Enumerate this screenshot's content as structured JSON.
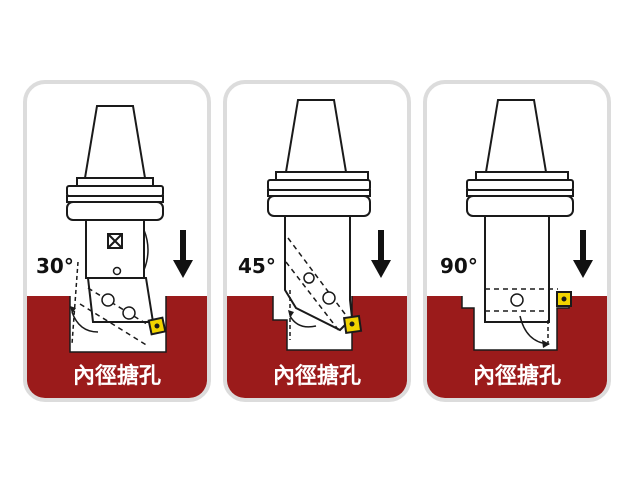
{
  "colors": {
    "frame": "#dcdcdc",
    "workpiece": "#9b1b1b",
    "tool_fill": "#ffffff",
    "tool_stroke": "#1a1a1a",
    "insert": "#f2d400",
    "label_text": "#ffffff"
  },
  "panels": [
    {
      "angle_label": "30°",
      "title": "內徑搪孔",
      "feed_arrow_icon": "arrow-down-icon"
    },
    {
      "angle_label": "45°",
      "title": "內徑搪孔",
      "feed_arrow_icon": "arrow-down-icon"
    },
    {
      "angle_label": "90°",
      "title": "內徑搪孔",
      "feed_arrow_icon": "arrow-down-icon"
    }
  ]
}
